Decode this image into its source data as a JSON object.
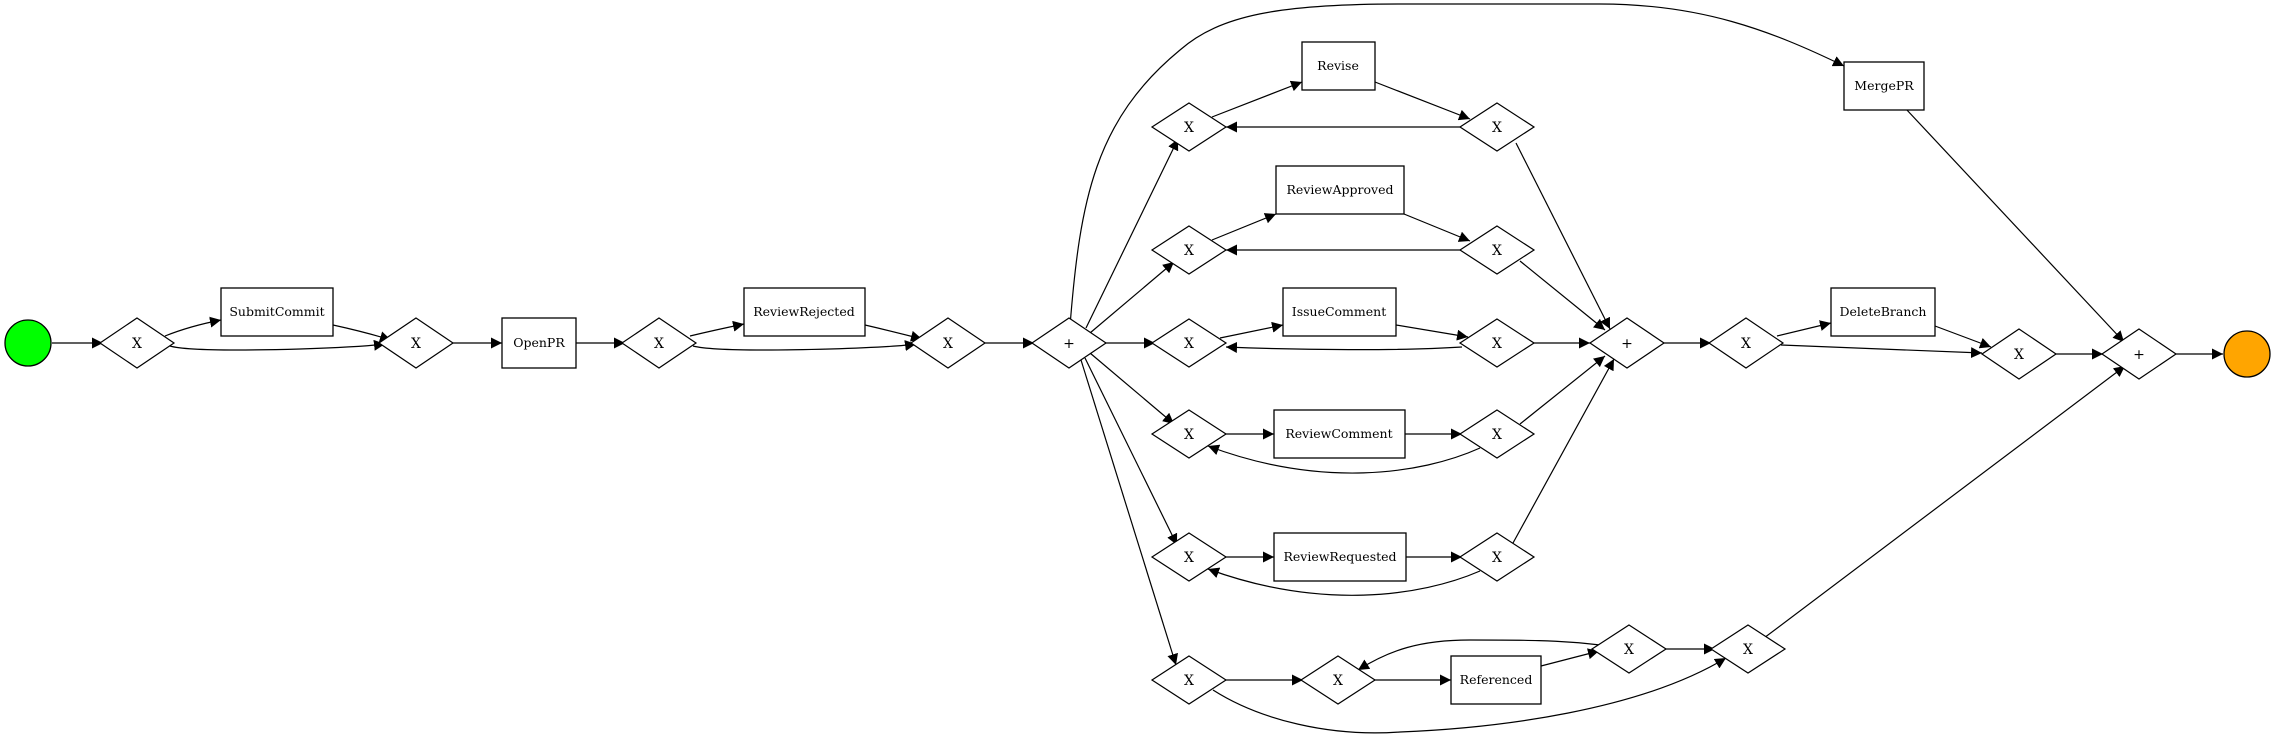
{
  "diagram": {
    "colors": {
      "start": "#00ff00",
      "end": "#ffa500",
      "stroke": "#000000",
      "fill": "#ffffff"
    },
    "events": [
      {
        "id": "start",
        "type": "start-event"
      },
      {
        "id": "end",
        "type": "end-event"
      }
    ],
    "tasks": [
      {
        "id": "t_submit",
        "label": "SubmitCommit"
      },
      {
        "id": "t_openpr",
        "label": "OpenPR"
      },
      {
        "id": "t_rejected",
        "label": "ReviewRejected"
      },
      {
        "id": "t_revise",
        "label": "Revise"
      },
      {
        "id": "t_approved",
        "label": "ReviewApproved"
      },
      {
        "id": "t_issue",
        "label": "IssueComment"
      },
      {
        "id": "t_rcomment",
        "label": "ReviewComment"
      },
      {
        "id": "t_requested",
        "label": "ReviewRequested"
      },
      {
        "id": "t_referenced",
        "label": "Referenced"
      },
      {
        "id": "t_merge",
        "label": "MergePR"
      },
      {
        "id": "t_delete",
        "label": "DeleteBranch"
      }
    ],
    "gateways": [
      {
        "id": "g1",
        "symbol": "X"
      },
      {
        "id": "g2",
        "symbol": "X"
      },
      {
        "id": "g3",
        "symbol": "X"
      },
      {
        "id": "g4",
        "symbol": "X"
      },
      {
        "id": "p1",
        "symbol": "+"
      },
      {
        "id": "ga",
        "symbol": "X"
      },
      {
        "id": "gb",
        "symbol": "X"
      },
      {
        "id": "gc",
        "symbol": "X"
      },
      {
        "id": "gd",
        "symbol": "X"
      },
      {
        "id": "ge",
        "symbol": "X"
      },
      {
        "id": "gf",
        "symbol": "X"
      },
      {
        "id": "ha",
        "symbol": "X"
      },
      {
        "id": "hb",
        "symbol": "X"
      },
      {
        "id": "hc",
        "symbol": "X"
      },
      {
        "id": "hd",
        "symbol": "X"
      },
      {
        "id": "he",
        "symbol": "X"
      },
      {
        "id": "gg",
        "symbol": "X"
      },
      {
        "id": "hf",
        "symbol": "X"
      },
      {
        "id": "gh",
        "symbol": "X"
      },
      {
        "id": "p2",
        "symbol": "+"
      },
      {
        "id": "g5",
        "symbol": "X"
      },
      {
        "id": "g6",
        "symbol": "X"
      },
      {
        "id": "p3",
        "symbol": "+"
      }
    ],
    "edges": [
      [
        "start",
        "g1"
      ],
      [
        "g1",
        "t_submit"
      ],
      [
        "t_submit",
        "g2"
      ],
      [
        "g1",
        "g2"
      ],
      [
        "g2",
        "t_openpr"
      ],
      [
        "t_openpr",
        "g3"
      ],
      [
        "g3",
        "t_rejected"
      ],
      [
        "t_rejected",
        "g4"
      ],
      [
        "g3",
        "g4"
      ],
      [
        "g4",
        "p1"
      ],
      [
        "p1",
        "ga"
      ],
      [
        "p1",
        "gb"
      ],
      [
        "p1",
        "gc"
      ],
      [
        "p1",
        "gd"
      ],
      [
        "p1",
        "ge"
      ],
      [
        "p1",
        "gf"
      ],
      [
        "p1",
        "t_merge"
      ],
      [
        "ga",
        "t_revise"
      ],
      [
        "t_revise",
        "ha"
      ],
      [
        "ha",
        "ga"
      ],
      [
        "ha",
        "p2"
      ],
      [
        "gb",
        "t_approved"
      ],
      [
        "t_approved",
        "hb"
      ],
      [
        "hb",
        "gb"
      ],
      [
        "hb",
        "p2"
      ],
      [
        "gc",
        "t_issue"
      ],
      [
        "t_issue",
        "hc"
      ],
      [
        "hc",
        "gc"
      ],
      [
        "hc",
        "p2"
      ],
      [
        "gd",
        "t_rcomment"
      ],
      [
        "t_rcomment",
        "hd"
      ],
      [
        "hd",
        "gd"
      ],
      [
        "hd",
        "p2"
      ],
      [
        "ge",
        "t_requested"
      ],
      [
        "t_requested",
        "he"
      ],
      [
        "he",
        "ge"
      ],
      [
        "he",
        "p2"
      ],
      [
        "gf",
        "gg"
      ],
      [
        "gg",
        "t_referenced"
      ],
      [
        "t_referenced",
        "hf"
      ],
      [
        "hf",
        "gg"
      ],
      [
        "hf",
        "gh"
      ],
      [
        "gf",
        "gh"
      ],
      [
        "gh",
        "p3"
      ],
      [
        "p2",
        "g5"
      ],
      [
        "g5",
        "t_delete"
      ],
      [
        "t_delete",
        "g6"
      ],
      [
        "g5",
        "g6"
      ],
      [
        "g6",
        "p3"
      ],
      [
        "t_merge",
        "p3"
      ],
      [
        "p3",
        "end"
      ]
    ]
  }
}
